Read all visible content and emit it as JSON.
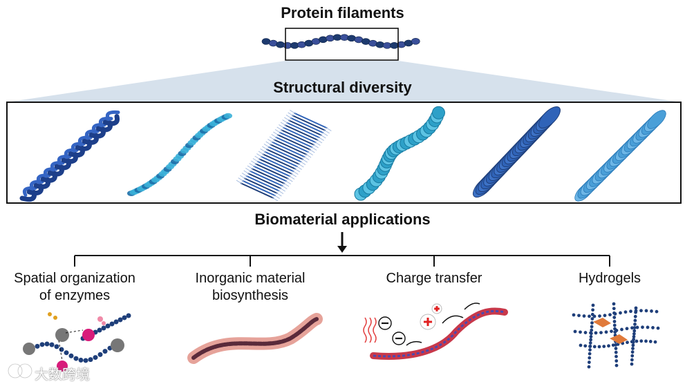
{
  "titles": {
    "top": "Protein filaments",
    "structural": "Structural diversity",
    "applications": "Biomaterial applications"
  },
  "applications": [
    {
      "label": "Spatial organization\nof enzymes"
    },
    {
      "label": "Inorganic material\nbiosynthesis"
    },
    {
      "label": "Charge transfer"
    },
    {
      "label": "Hydrogels"
    }
  ],
  "watermark": "大数跨境",
  "colors": {
    "navy": "#1f3f7a",
    "blue": "#2f63b8",
    "cyan": "#3ab0d8",
    "light_blue": "#8cc8ee",
    "banner": "#d6e1ec",
    "pink": "#d81b7a",
    "orange": "#e07a3a",
    "red": "#e02020",
    "gray": "#777777"
  }
}
